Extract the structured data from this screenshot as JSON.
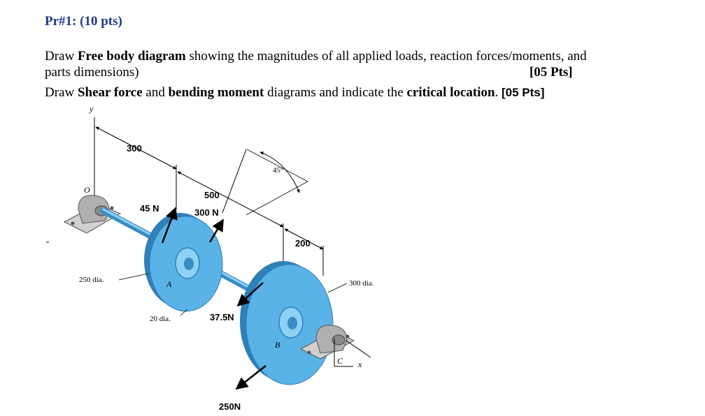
{
  "problem": {
    "title": "Pr#1: (10 pts)",
    "line1": {
      "t1": "Draw ",
      "b1": "Free body diagram",
      "t2": " showing the magnitudes of all applied loads, reaction forces/moments, and"
    },
    "line2": {
      "t1": "parts dimensions)",
      "pts": "[05 Pts]"
    },
    "line3": {
      "t1": "Draw ",
      "b1": "Shear force",
      "t2": " and ",
      "b2": "bending moment",
      "t3": " diagrams and indicate the ",
      "b3": "critical location",
      "t4": ". ",
      "pts": "[05 Pts]"
    }
  },
  "figure": {
    "labels": {
      "axis_y": "y",
      "origin": "O",
      "dim_300": "300",
      "dim_500": "500",
      "dim_200": "200",
      "angle_45": "45°",
      "force_45": "45 N",
      "force_300": "300 N",
      "force_37_5": "37.5N",
      "force_250": "250N",
      "dia_250": "250 dia.",
      "dia_20": "20 dia.",
      "dia_300": "300 dia.",
      "gear_a": "A",
      "gear_b": "B",
      "bearing_c": "C",
      "axis_x": "x"
    },
    "colors": {
      "shaft": "#4aa3d8",
      "gear_face": "#5ab3e6",
      "gear_edge": "#2f7fb8",
      "bearing": "#b8b8b8"
    }
  }
}
